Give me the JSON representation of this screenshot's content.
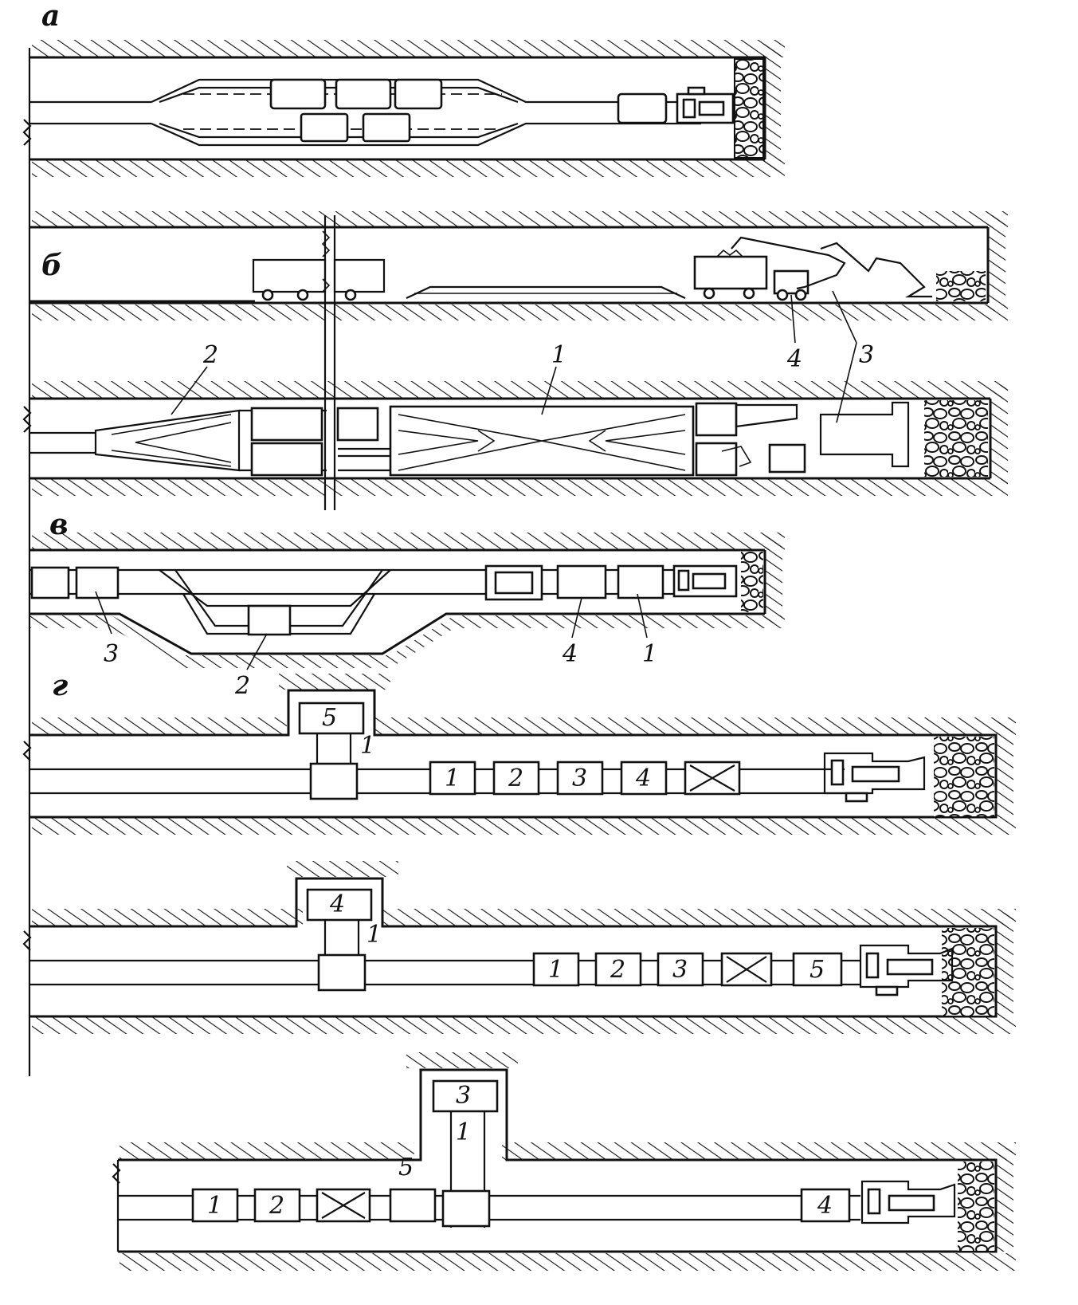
{
  "panels": {
    "a": "а",
    "b": "б",
    "v": "в",
    "g": "г"
  },
  "labels": {
    "b_1": "1",
    "b_2": "2",
    "b_3": "3",
    "b_4": "4",
    "v_1": "1",
    "v_2": "2",
    "v_3": "3",
    "v_4": "4",
    "g1_car1": "1",
    "g1_car2": "2",
    "g1_car3": "3",
    "g1_car4": "4",
    "g1_niche": "5",
    "g1_lift": "1",
    "g2_car1": "1",
    "g2_car2": "2",
    "g2_car3": "3",
    "g2_car5": "5",
    "g2_niche": "4",
    "g2_lift": "1",
    "g3_car1": "1",
    "g3_car2": "2",
    "g3_car4": "4",
    "g3_niche": "3",
    "g3_lift": "1",
    "g3_label5": "5"
  }
}
